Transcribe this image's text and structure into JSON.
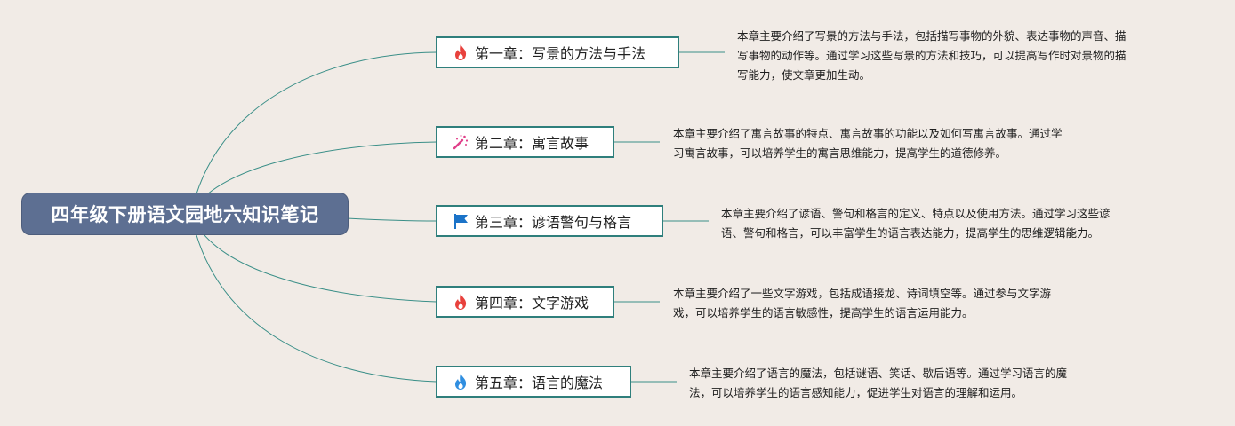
{
  "root": {
    "title": "四年级下册语文园地六知识笔记"
  },
  "chapters": [
    {
      "icon": "fire-icon",
      "label": "第一章：写景的方法与手法",
      "desc": [
        "本章主要介绍了写景的方法与手法，包括描写事物的外貌、表达事物的声音、描",
        "写事物的动作等。通过学习这些写景的方法和技巧，可以提高写作时对景物的描",
        "写能力，使文章更加生动。"
      ]
    },
    {
      "icon": "magic-wand-icon",
      "label": "第二章：寓言故事",
      "desc": [
        "本章主要介绍了寓言故事的特点、寓言故事的功能以及如何写寓言故事。通过学",
        "习寓言故事，可以培养学生的寓言思维能力，提高学生的道德修养。"
      ]
    },
    {
      "icon": "flag-icon",
      "label": "第三章：谚语警句与格言",
      "desc": [
        "本章主要介绍了谚语、警句和格言的定义、特点以及使用方法。通过学习这些谚",
        "语、警句和格言，可以丰富学生的语言表达能力，提高学生的思维逻辑能力。"
      ]
    },
    {
      "icon": "fire-icon",
      "label": "第四章：文字游戏",
      "desc": [
        "本章主要介绍了一些文字游戏，包括成语接龙、诗词填空等。通过参与文字游",
        "戏，可以培养学生的语言敏感性，提高学生的语言运用能力。"
      ]
    },
    {
      "icon": "blue-flame-icon",
      "label": "第五章：语言的魔法",
      "desc": [
        "本章主要介绍了语言的魔法，包括谜语、笑话、歇后语等。通过学习语言的魔",
        "法，可以培养学生的语言感知能力，促进学生对语言的理解和运用。"
      ]
    }
  ],
  "colors": {
    "background": "#f1ebe6",
    "root_fill": "#5d6f92",
    "chapter_border": "#2f7f7c",
    "connector": "#3b8f88"
  }
}
